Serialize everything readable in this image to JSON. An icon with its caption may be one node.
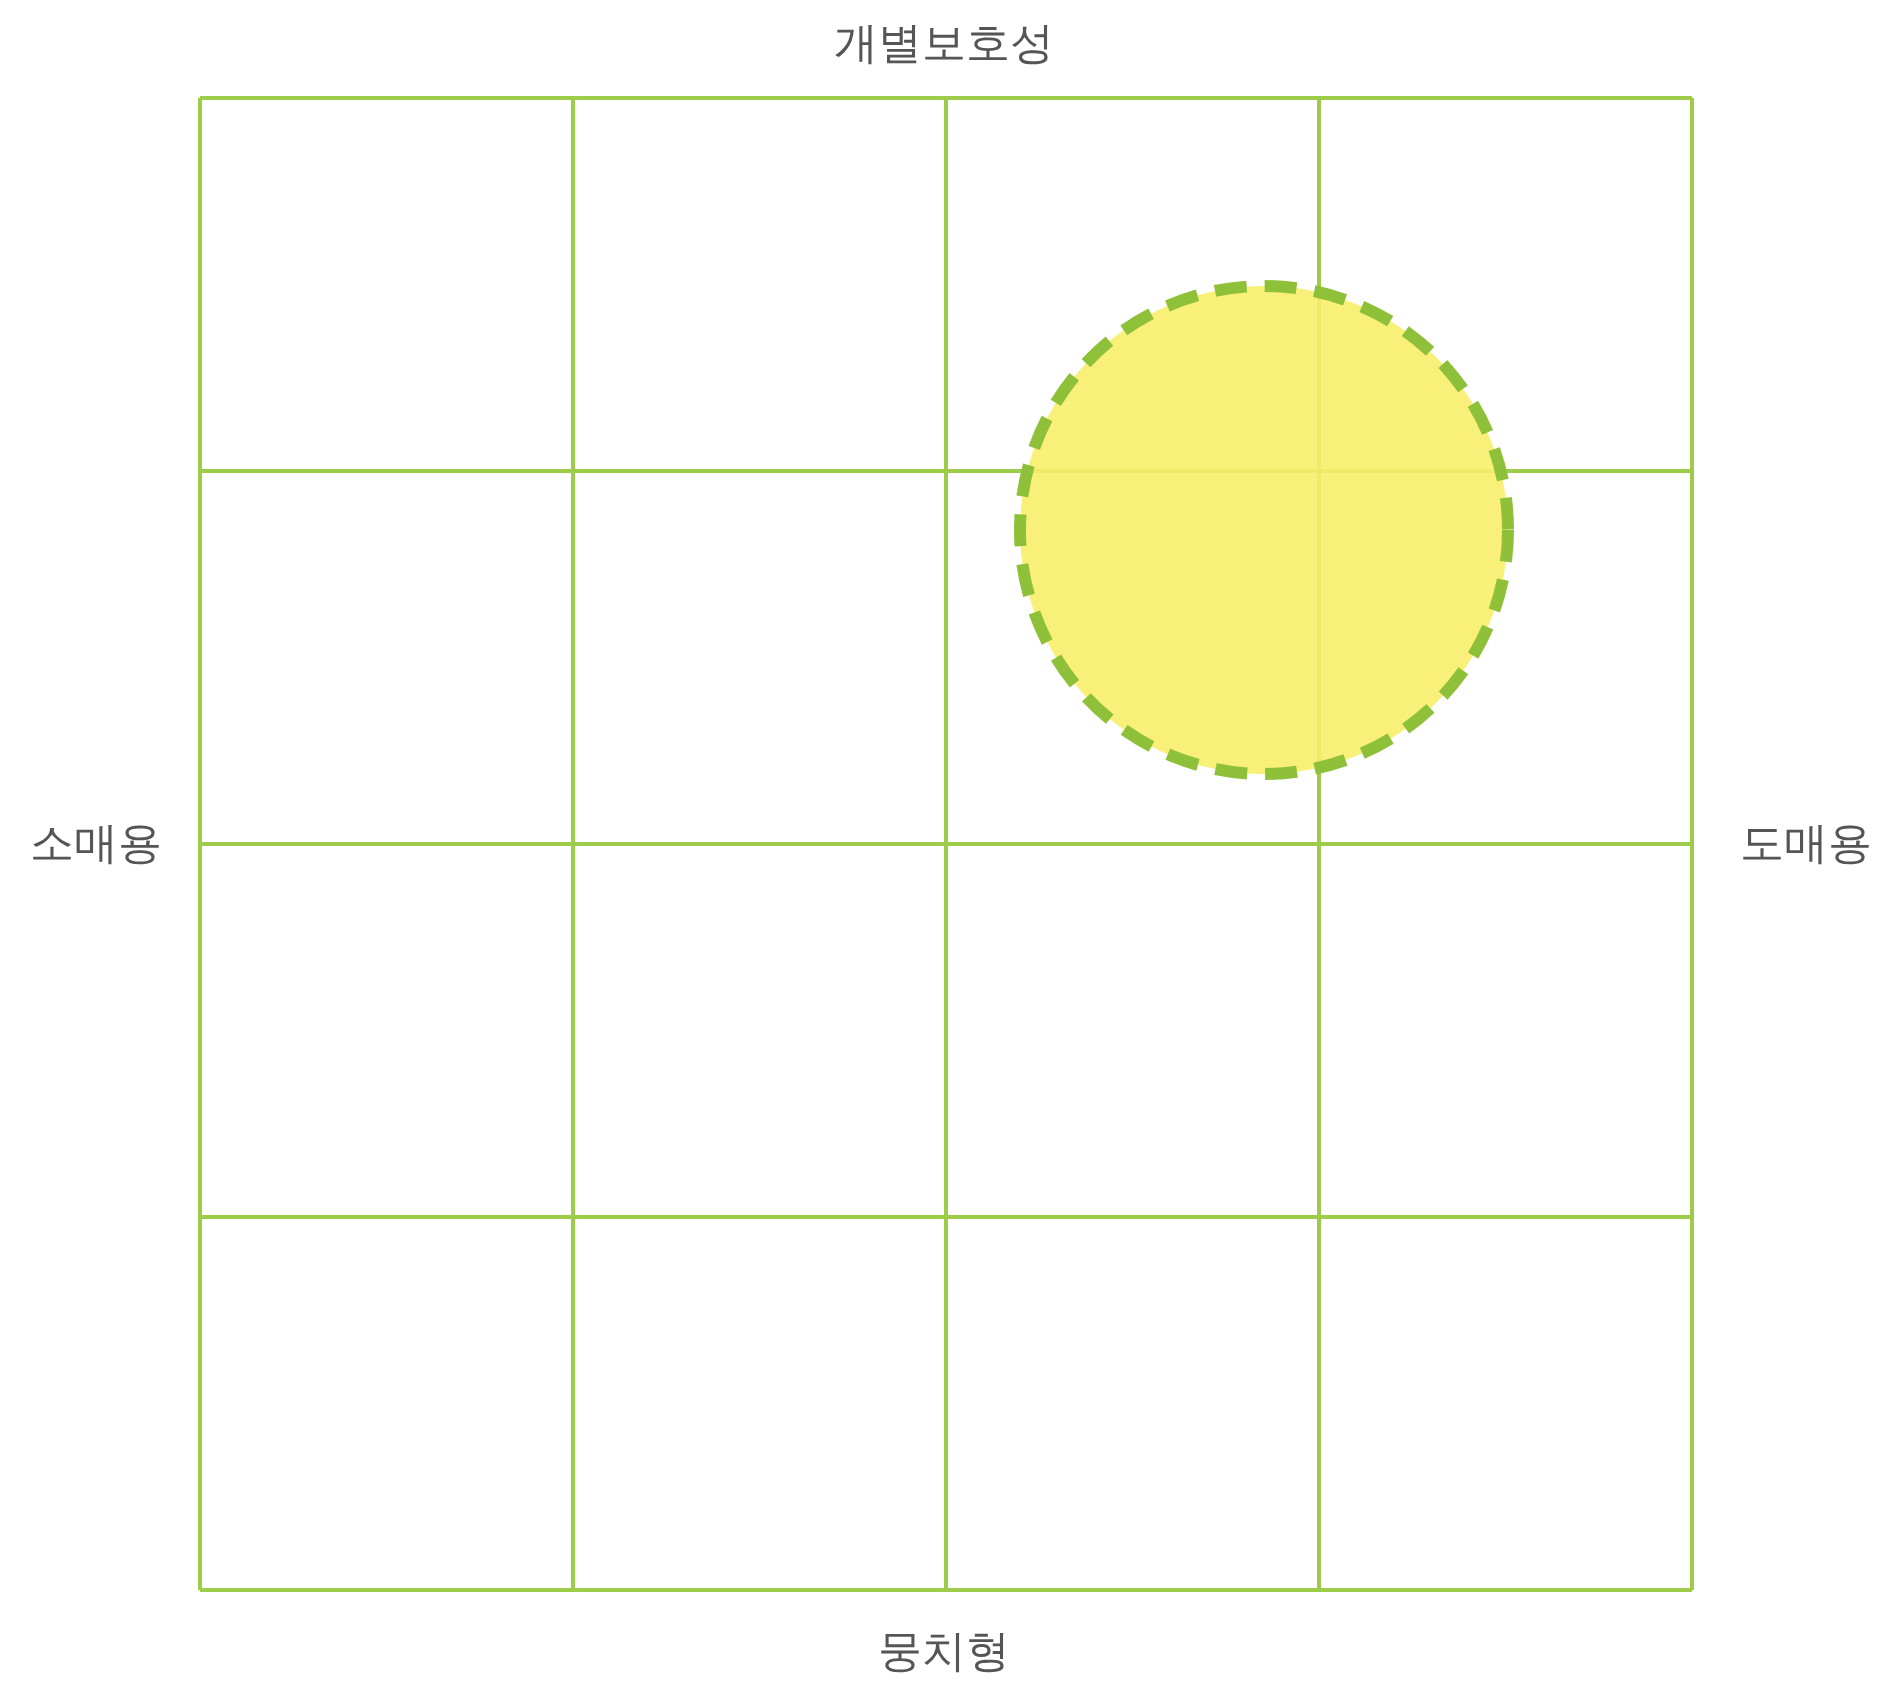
{
  "diagram": {
    "labels": [
      "개별보호성",
      "소매용",
      "도매용",
      "뭉치형"
    ]
  }
}
